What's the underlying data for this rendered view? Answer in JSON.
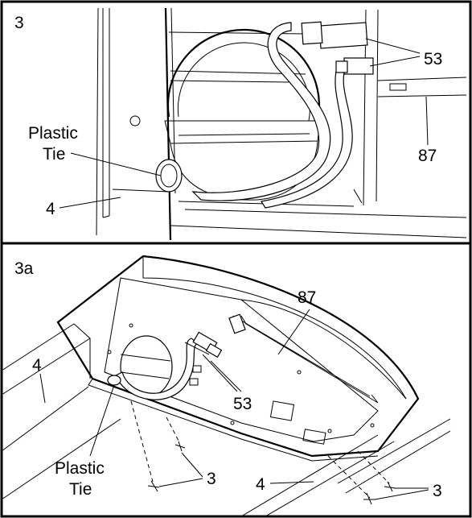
{
  "panel_top": {
    "step": "3",
    "labels": {
      "tie_line1": "Plastic",
      "tie_line2": "Tie",
      "wire": "53",
      "console": "87",
      "upright": "4"
    }
  },
  "panel_bottom": {
    "step": "3a",
    "labels": {
      "console": "87",
      "wire": "53",
      "upright_left": "4",
      "upright_right": "4",
      "tie_line1": "Plastic",
      "tie_line2": "Tie",
      "screw_left": "3",
      "screw_right": "3"
    }
  }
}
